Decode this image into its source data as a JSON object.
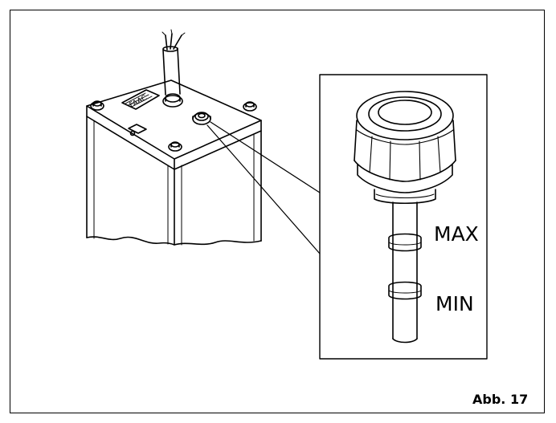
{
  "figure": {
    "label": "Abb. 17",
    "dipstick_marks": {
      "max": "MAX",
      "min": "MIN"
    },
    "housing_text": "FAAC"
  }
}
